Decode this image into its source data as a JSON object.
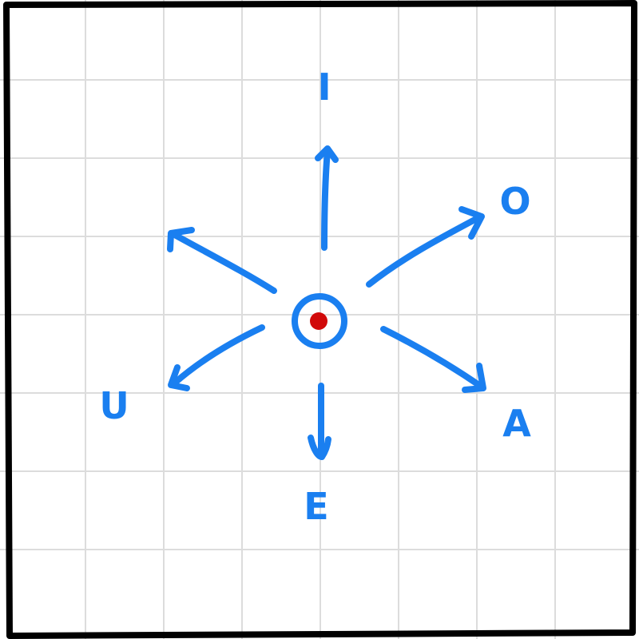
{
  "diagram": {
    "vowels": {
      "top": "I",
      "upper_right": "O",
      "lower_right": "A",
      "bottom": "E",
      "lower_left": "U",
      "upper_left": ""
    },
    "colors": {
      "ink": "#1a7ff0",
      "center_dot": "#d10a0a",
      "frame": "#000000",
      "grid": "#dcdcdc",
      "background": "#ffffff"
    }
  }
}
